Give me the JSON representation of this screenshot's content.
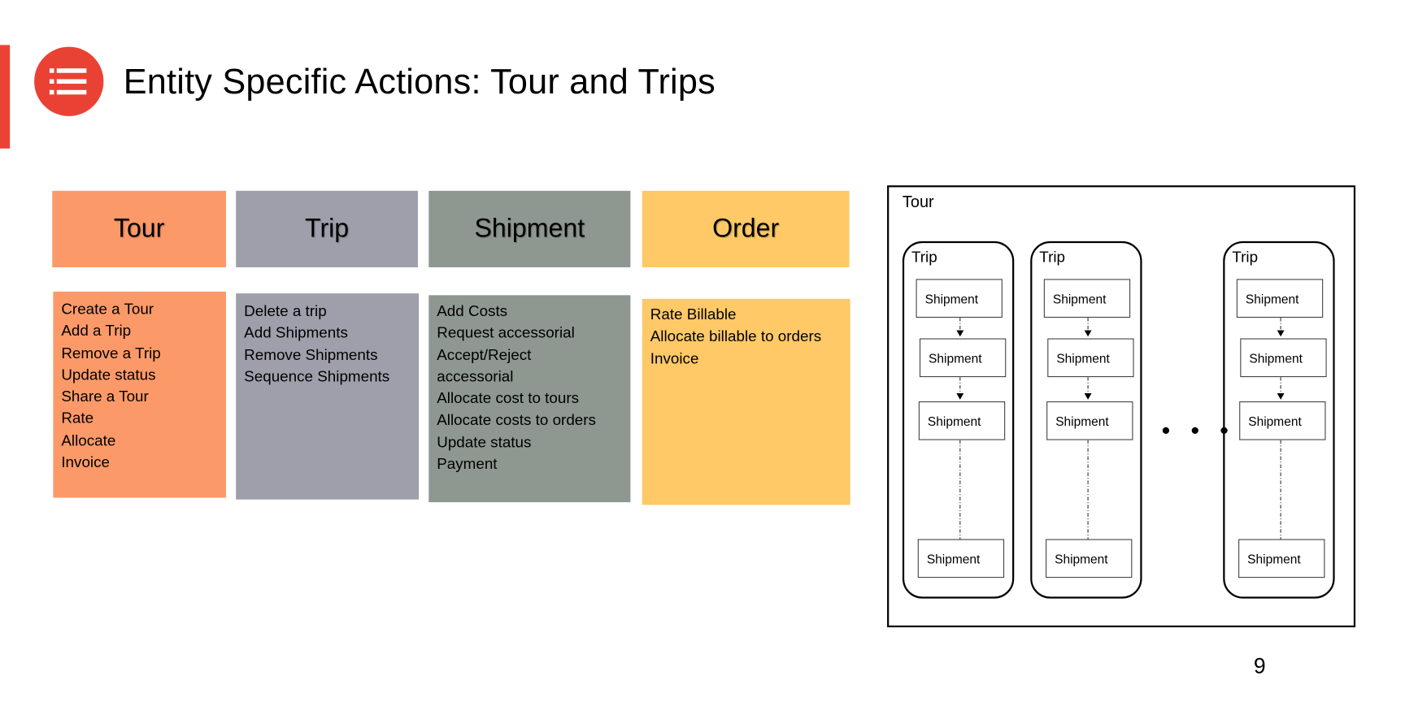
{
  "title": "Entity Specific Actions: Tour and Trips",
  "logo_icon": "list-icon",
  "accent_color": "#EA4335",
  "columns": [
    {
      "header": "Tour",
      "color": "#FB9A68",
      "actions": [
        "Create a Tour",
        "Add a Trip",
        "Remove a Trip",
        "Update status",
        "Share a Tour",
        "Rate",
        "Allocate",
        "Invoice"
      ]
    },
    {
      "header": "Trip",
      "color": "#9F9EAB",
      "actions": [
        "Delete a trip",
        "Add Shipments",
        "Remove Shipments",
        "Sequence Shipments"
      ]
    },
    {
      "header": "Shipment",
      "color": "#8E9891",
      "actions": [
        "Add Costs",
        "Request accessorial",
        "Accept/Reject",
        "accessorial",
        "Allocate cost to tours",
        "Allocate costs to orders",
        "Update status",
        "Payment"
      ]
    },
    {
      "header": "Order",
      "color": "#FEC966",
      "actions": [
        "Rate Billable",
        "Allocate billable to orders",
        "Invoice"
      ]
    }
  ],
  "diagram": {
    "tour_label": "Tour",
    "trips": [
      {
        "label": "Trip",
        "shipments": [
          "Shipment",
          "Shipment",
          "Shipment",
          "Shipment"
        ]
      },
      {
        "label": "Trip",
        "shipments": [
          "Shipment",
          "Shipment",
          "Shipment",
          "Shipment"
        ]
      },
      {
        "label": "Trip",
        "shipments": [
          "Shipment",
          "Shipment",
          "Shipment",
          "Shipment"
        ]
      }
    ],
    "ellipsis": "• • •"
  },
  "page_number": "9"
}
